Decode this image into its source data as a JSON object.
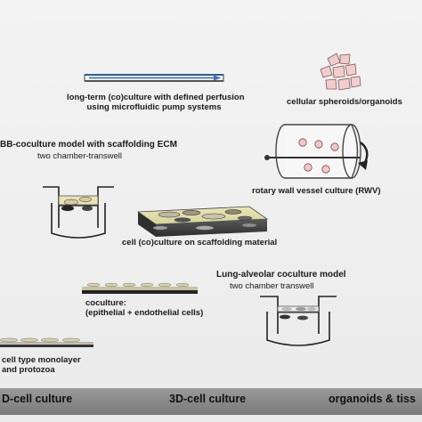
{
  "labels": {
    "perfusion_line1": "long-term (co)culture with defined perfusion",
    "perfusion_line2": "using microfluidic pump systems",
    "spheroids": "cellular spheroids/organoids",
    "bbb_title": "BB-coculture model with scaffolding ECM",
    "bbb_sub": "two chamber-transwell",
    "rwv": "rotary wall vessel culture (RWV)",
    "scaffold": "cell (co)culture on scaffolding material",
    "lung_title": "Lung-alveolar coculture model",
    "lung_sub": "two chamber transwell",
    "coculture_line1": "coculture:",
    "coculture_line2": "(epithelial + endothelial cells)",
    "monolayer_line1": "cell type monolayer",
    "monolayer_line2": "and protozoa"
  },
  "bottom_bar": {
    "left": "D-cell culture",
    "middle": "3D-cell culture",
    "right": "organoids & tiss"
  }
}
